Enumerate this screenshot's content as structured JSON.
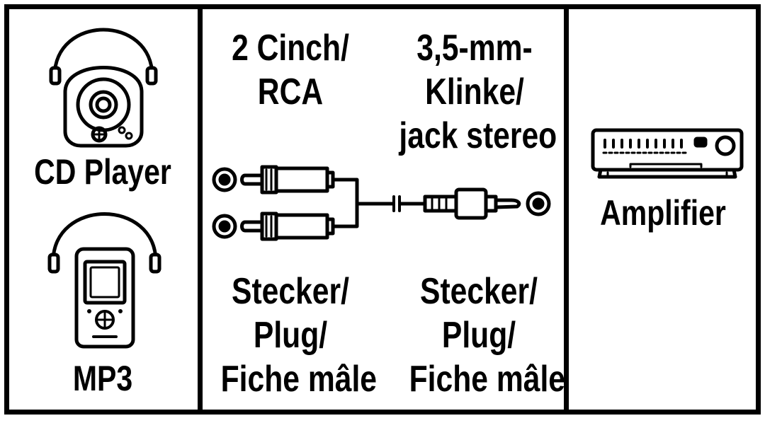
{
  "sources": {
    "cd_player_label": "CD Player",
    "mp3_label": "MP3"
  },
  "connectors": {
    "left_title_line1": "2 Cinch/",
    "left_title_line2": "RCA",
    "right_title_line1": "3,5-mm-",
    "right_title_line2": "Klinke/",
    "right_title_line3": "jack stereo",
    "left_type_line1": "Stecker/",
    "left_type_line2": "Plug/",
    "left_type_line3": "Fiche mâle",
    "right_type_line1": "Stecker/",
    "right_type_line2": "Plug/",
    "right_type_line3": "Fiche mâle"
  },
  "destination": {
    "amplifier_label": "Amplifier"
  },
  "colors": {
    "ink": "#000000",
    "background": "#ffffff"
  },
  "icons": [
    "cd-player-headphones-icon",
    "mp3-player-headphones-icon",
    "rca-plug-icon",
    "jack-plug-icon",
    "amplifier-icon"
  ]
}
